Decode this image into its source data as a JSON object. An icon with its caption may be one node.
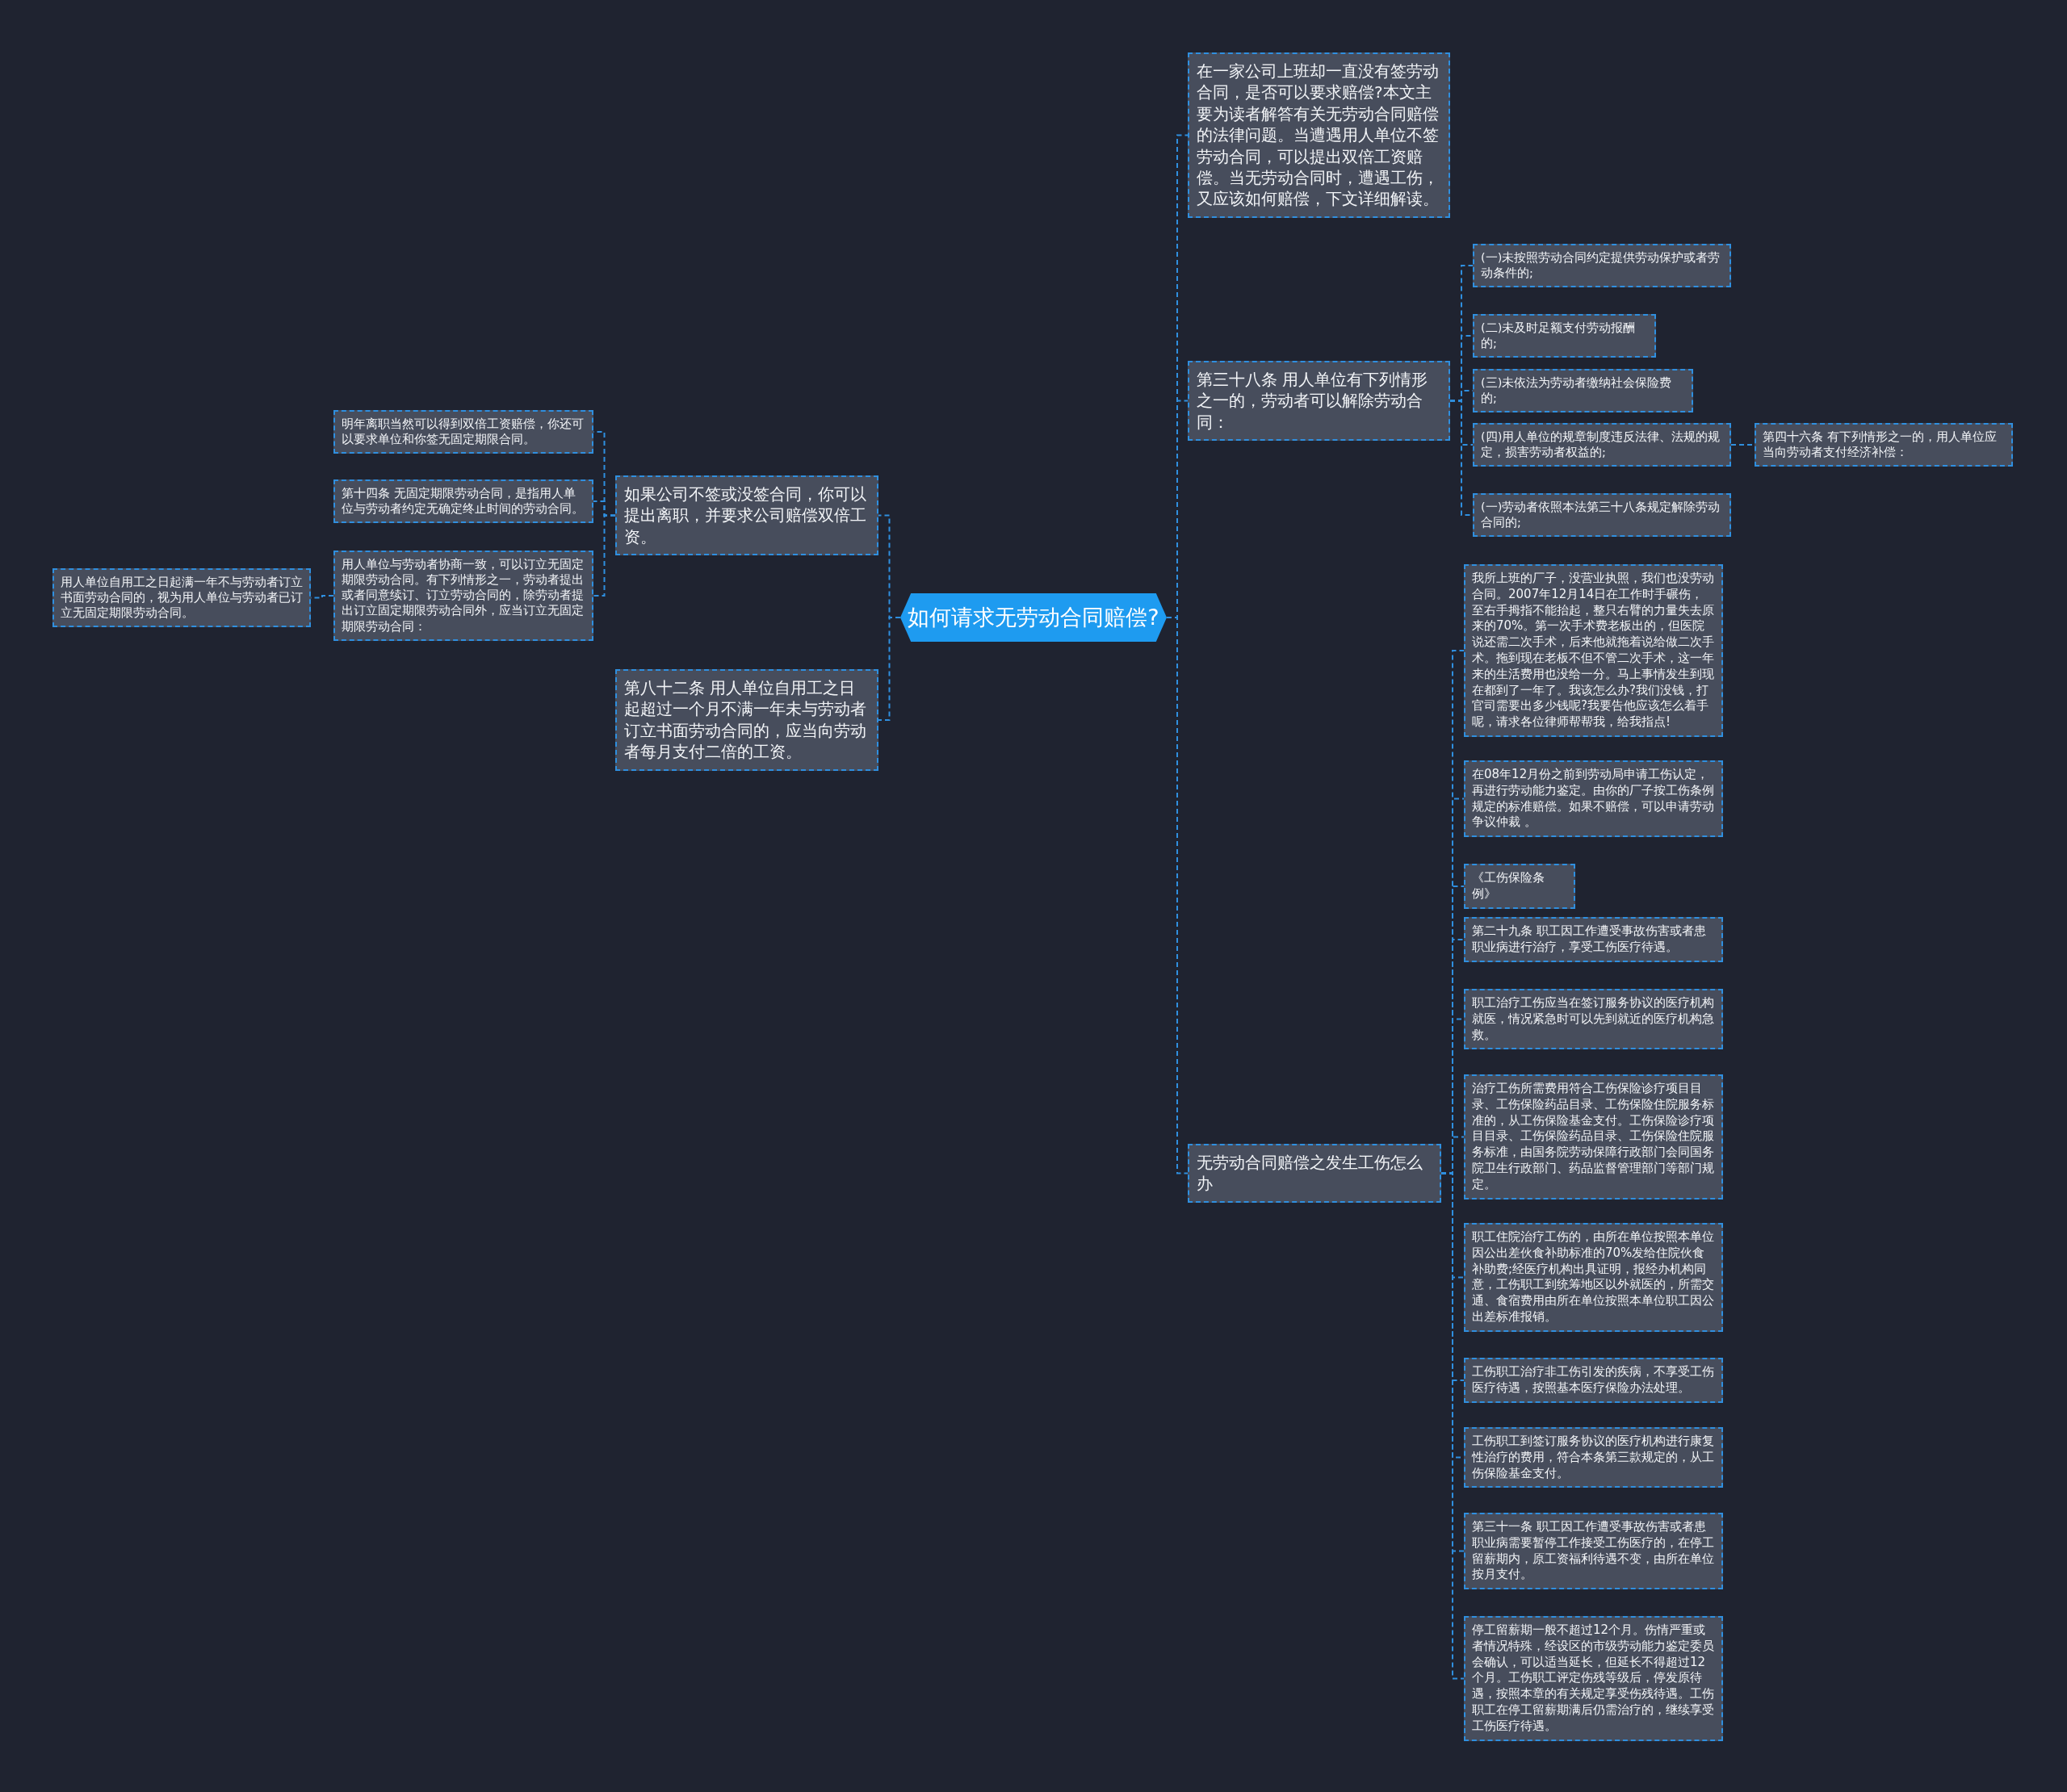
{
  "diagram": {
    "nodes": [
      {
        "text": [
          "如何请求无劳动合同赔偿?"
        ]
      },
      {
        "text": [
          "在一家公司上班却一直没有签劳动合同，是否可以要求赔偿?本文主要为读者解答有关无劳动合同赔偿的法律问题。当遭遇用人单位不签劳动合同，可以提出双倍工资赔偿。当无劳动合同时，遭遇工伤，又应该如何赔偿，下文详细解读。"
        ]
      },
      {
        "text": [
          "第三十八条 用人单位有下列情形之一的，劳动者可以解除劳动合同："
        ]
      },
      {
        "text": [
          "(一)未按照劳动合同约定提供劳动保护或者劳动条件的;"
        ]
      },
      {
        "text": [
          "(二)未及时足额支付劳动报酬的;"
        ]
      },
      {
        "text": [
          "(三)未依法为劳动者缴纳社会保险费的;"
        ]
      },
      {
        "text": [
          "(四)用人单位的规章制度违反法律、法规的规定，损害劳动者权益的;"
        ]
      },
      {
        "text": [
          "第四十六条 有下列情形之一的，用人单位应当向劳动者支付经济补偿："
        ]
      },
      {
        "text": [
          "(一)劳动者依照本法第三十八条规定解除劳动合同的;"
        ]
      },
      {
        "text": [
          "无劳动合同赔偿之发生工伤怎么办"
        ]
      },
      {
        "text": [
          "我所上班的厂子，没营业执照，我们也没劳动合同。2007年12月14日在工作时手碾伤，至右手拇指不能抬起，整只右臂的力量失去原来的70%。第一次手术费老板出的，但医院说还需二次手术，后来他就拖着说给做二次手术。拖到现在老板不但不管二次手术，这一年来的生活费用也没给一分。马上事情发生到现在都到了一年了。我该怎么办?我们没钱，打官司需要出多少钱呢?我要告他应该怎么着手呢，请求各位律师帮帮我，给我指点!"
        ]
      },
      {
        "text": [
          "在08年12月份之前到劳动局申请工伤认定，再进行劳动能力鉴定。由你的厂子按工伤条例规定的标准赔偿。如果不赔偿，可以申请劳动争议仲裁 。"
        ]
      },
      {
        "text": [
          "《工伤保险条例》"
        ]
      },
      {
        "text": [
          "第二十九条 职工因工作遭受事故伤害或者患职业病进行治疗，享受工伤医疗待遇。"
        ]
      },
      {
        "text": [
          "职工治疗工伤应当在签订服务协议的医疗机构就医，情况紧急时可以先到就近的医疗机构急救。"
        ]
      },
      {
        "text": [
          "治疗工伤所需费用符合工伤保险诊疗项目目录、工伤保险药品目录、工伤保险住院服务标准的，从工伤保险基金支付。工伤保险诊疗项目目录、工伤保险药品目录、工伤保险住院服务标准，由国务院劳动保障行政部门会同国务院卫生行政部门、药品监督管理部门等部门规定。"
        ]
      },
      {
        "text": [
          "职工住院治疗工伤的，由所在单位按照本单位因公出差伙食补助标准的70%发给住院伙食补助费;经医疗机构出具证明，报经办机构同意，工伤职工到统筹地区以外就医的，所需交通、食宿费用由所在单位按照本单位职工因公出差标准报销。"
        ]
      },
      {
        "text": [
          "工伤职工治疗非工伤引发的疾病，不享受工伤医疗待遇，按照基本医疗保险办法处理。"
        ]
      },
      {
        "text": [
          "工伤职工到签订服务协议的医疗机构进行康复性治疗的费用，符合本条第三款规定的，从工伤保险基金支付。"
        ]
      },
      {
        "text": [
          "第三十一条 职工因工作遭受事故伤害或者患职业病需要暂停工作接受工伤医疗的，在停工留薪期内，原工资福利待遇不变，由所在单位按月支付。"
        ]
      },
      {
        "text": [
          "停工留薪期一般不超过12个月。伤情严重或者情况特殊，经设区的市级劳动能力鉴定委员会确认，可以适当延长，但延长不得超过12个月。工伤职工评定伤残等级后，停发原待遇，按照本章的有关规定享受伤残待遇。工伤职工在停工留薪期满后仍需治疗的，继续享受工伤医疗待遇。"
        ]
      },
      {
        "text": [
          "如果公司不签或没签合同，你可以提出离职，并要求公司赔偿双倍工资。"
        ]
      },
      {
        "text": [
          "明年离职当然可以得到双倍工资赔偿，你还可以要求单位和你签无固定期限合同。"
        ]
      },
      {
        "text": [
          "第十四条 无固定期限劳动合同，是指用人单位与劳动者约定无确定终止时间的劳动合同。"
        ]
      },
      {
        "text": [
          "用人单位与劳动者协商一致，可以订立无固定期限劳动合同。有下列情形之一，劳动者提出或者同意续订、订立劳动合同的，除劳动者提出订立固定期限劳动合同外，应当订立无固定期限劳动合同："
        ]
      },
      {
        "text": [
          "用人单位自用工之日起满一年不与劳动者订立书面劳动合同的，视为用人单位与劳动者已订立无固定期限劳动合同。"
        ]
      },
      {
        "text": [
          "第八十二条 用人单位自用工之日起超过一个月不满一年未与劳动者订立书面劳动合同的，应当向劳动者每月支付二倍的工资。"
        ]
      }
    ],
    "edges": [
      {
        "from": 0,
        "to": 1,
        "arrow": "none"
      },
      {
        "from": 0,
        "to": 2,
        "arrow": "none"
      },
      {
        "from": 2,
        "to": 3,
        "arrow": "none"
      },
      {
        "from": 2,
        "to": 4,
        "arrow": "none"
      },
      {
        "from": 2,
        "to": 5,
        "arrow": "none"
      },
      {
        "from": 2,
        "to": 6,
        "arrow": "none"
      },
      {
        "from": 6,
        "to": 7,
        "arrow": "none"
      },
      {
        "from": 2,
        "to": 8,
        "arrow": "none"
      },
      {
        "from": 0,
        "to": 9,
        "arrow": "none"
      },
      {
        "from": 9,
        "to": 10,
        "arrow": "none"
      },
      {
        "from": 9,
        "to": 11,
        "arrow": "none"
      },
      {
        "from": 9,
        "to": 12,
        "arrow": "none"
      },
      {
        "from": 9,
        "to": 13,
        "arrow": "none"
      },
      {
        "from": 9,
        "to": 14,
        "arrow": "none"
      },
      {
        "from": 9,
        "to": 15,
        "arrow": "none"
      },
      {
        "from": 9,
        "to": 16,
        "arrow": "none"
      },
      {
        "from": 9,
        "to": 17,
        "arrow": "none"
      },
      {
        "from": 9,
        "to": 18,
        "arrow": "none"
      },
      {
        "from": 9,
        "to": 19,
        "arrow": "none"
      },
      {
        "from": 9,
        "to": 20,
        "arrow": "none"
      },
      {
        "from": 0,
        "to": 21,
        "arrow": "none"
      },
      {
        "from": 21,
        "to": 22,
        "arrow": "none"
      },
      {
        "from": 21,
        "to": 23,
        "arrow": "none"
      },
      {
        "from": 21,
        "to": 24,
        "arrow": "none"
      },
      {
        "from": 24,
        "to": 25,
        "arrow": "none"
      },
      {
        "from": 0,
        "to": 26,
        "arrow": "none"
      }
    ]
  }
}
